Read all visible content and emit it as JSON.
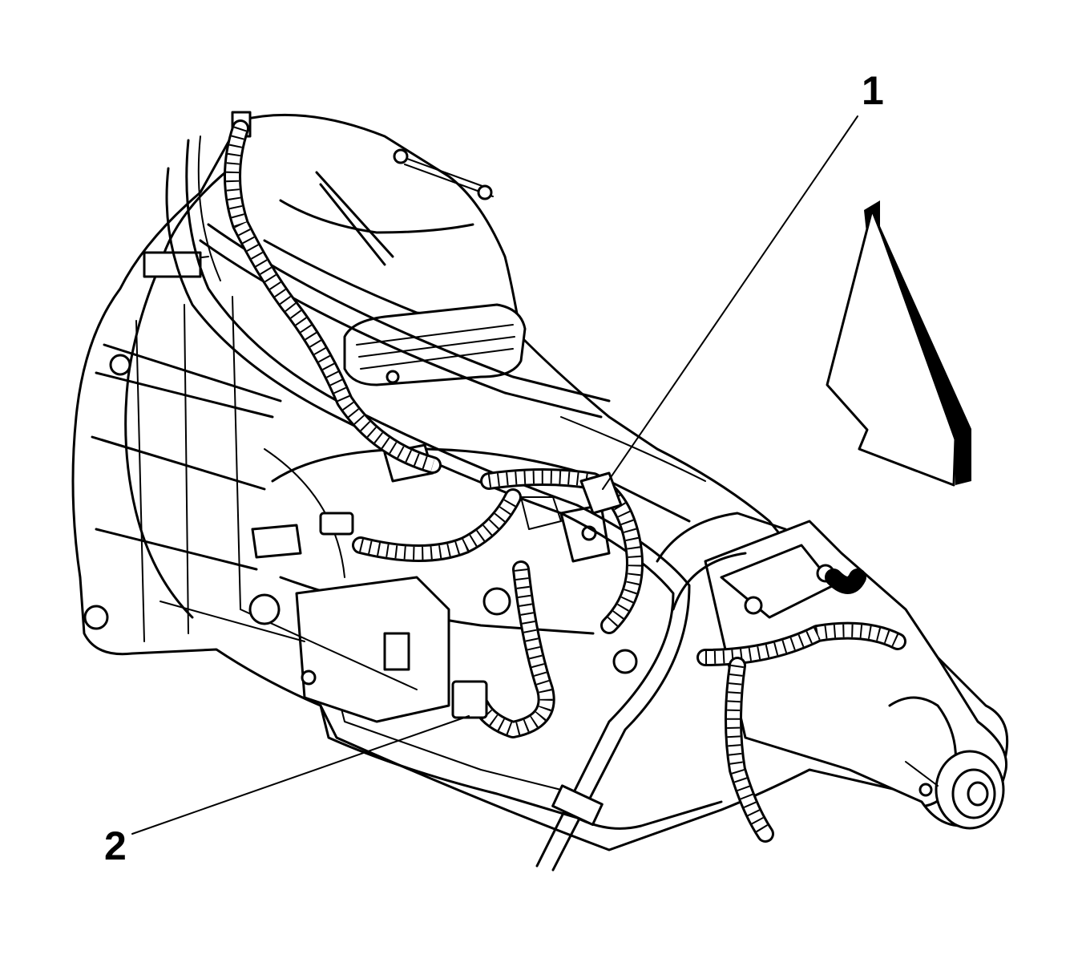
{
  "figure": {
    "callouts": [
      {
        "id": "1",
        "label": "1"
      },
      {
        "id": "2",
        "label": "2"
      }
    ],
    "icons": [
      "view-direction-arrow-icon"
    ],
    "colors": {
      "line": "#000000",
      "background": "#ffffff"
    }
  }
}
